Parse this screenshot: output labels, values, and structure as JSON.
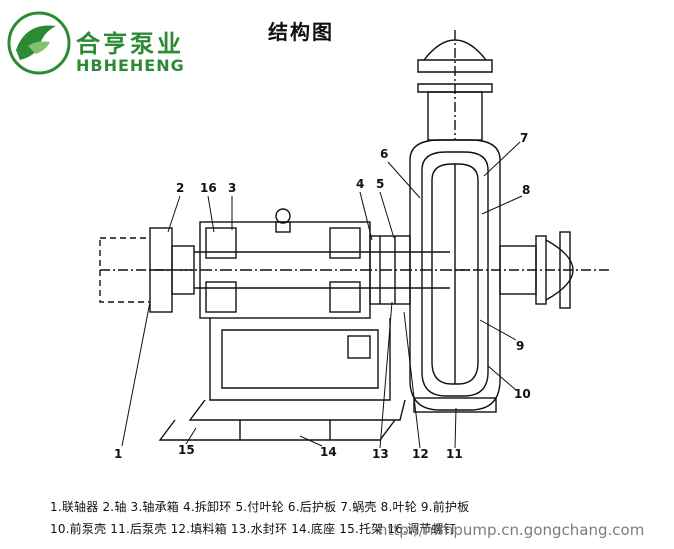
{
  "brand": {
    "name_cn": "合亨泵业",
    "name_en": "HBHEHENG"
  },
  "title": "结构图",
  "callouts": [
    "1",
    "2",
    "3",
    "4",
    "5",
    "6",
    "7",
    "8",
    "9",
    "10",
    "11",
    "12",
    "13",
    "14",
    "15",
    "16"
  ],
  "legend": {
    "line1": "1.联轴器  2.轴  3.轴承箱  4.拆卸环  5.付叶轮  6.后护板  7.蜗壳  8.叶轮  9.前护板",
    "line2": "10.前泵壳  11.后泵壳  12.填料箱  13.水封环  14.底座  15.托架  16.调节螺钉"
  },
  "watermark": "http://hfmpump.cn.gongchang.com",
  "colors": {
    "brand_green": "#2d8a34",
    "line": "#111111"
  }
}
